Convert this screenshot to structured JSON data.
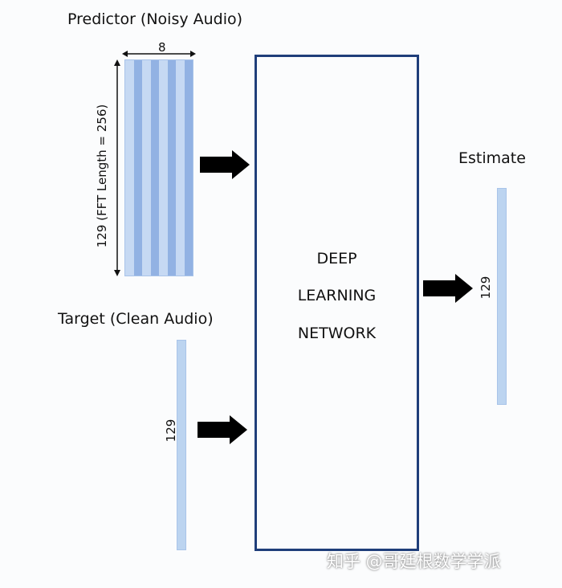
{
  "labels": {
    "predictor": "Predictor (Noisy Audio)",
    "target": "Target (Clean Audio)",
    "estimate": "Estimate",
    "width_dim": "8",
    "height_dim": "129 (FFT Length = 256)",
    "target_dim": "129",
    "estimate_dim": "129"
  },
  "network": {
    "line1": "DEEP",
    "line2": "LEARNING",
    "line3": "NETWORK"
  },
  "watermark": "知乎 @哥廷根数学学派",
  "colors": {
    "network_border": "#1f3e7a",
    "stripe_light": "#c6d9f3",
    "stripe_dark": "#92b2e3",
    "arrow": "#000000"
  }
}
